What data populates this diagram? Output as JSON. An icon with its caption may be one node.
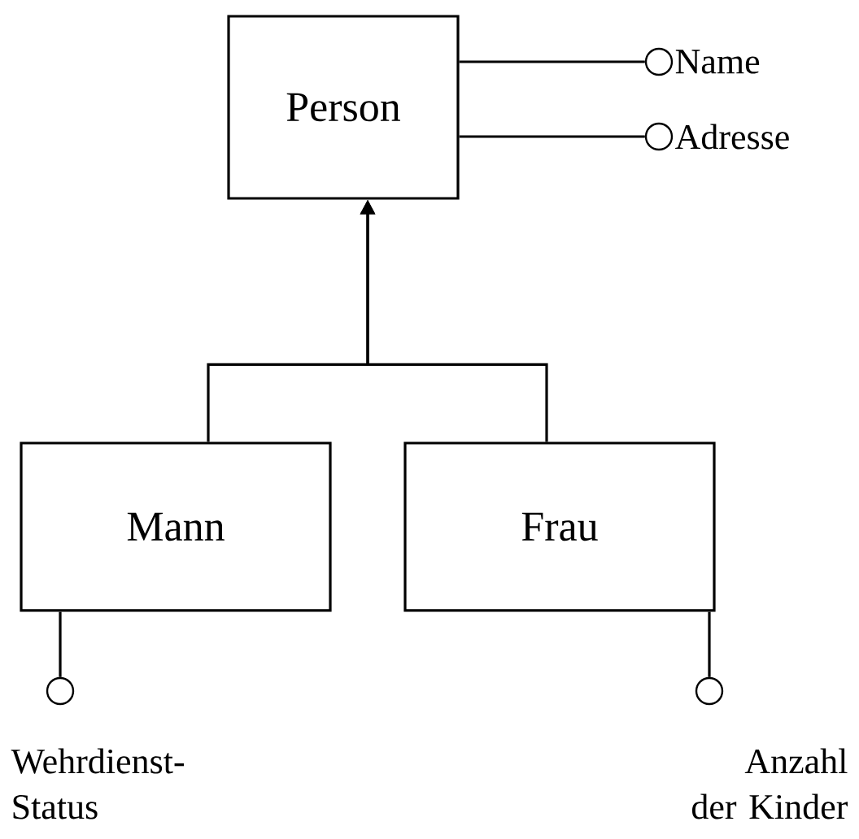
{
  "diagram": {
    "nodes": [
      {
        "text": [
          "Person"
        ]
      },
      {
        "text": [
          "Mann"
        ]
      },
      {
        "text": [
          "Frau"
        ]
      },
      {
        "text": [],
        "shape": "circle",
        "beside": [
          "Name"
        ]
      },
      {
        "text": [],
        "shape": "circle",
        "beside": [
          "Adresse"
        ]
      },
      {
        "text": [],
        "shape": "circle",
        "beside": [
          "Wehrdienst- Status"
        ]
      },
      {
        "text": [],
        "shape": "circle",
        "beside": [
          "Anzahl der Kinder"
        ]
      }
    ],
    "edges": [
      {
        "from": 1,
        "to": 0,
        "arrow": "to"
      },
      {
        "from": 2,
        "to": 0,
        "arrow": "to"
      },
      {
        "from": 0,
        "to": 3,
        "arrow": "none"
      },
      {
        "from": 0,
        "to": 4,
        "arrow": "none"
      },
      {
        "from": 1,
        "to": 5,
        "arrow": "none"
      },
      {
        "from": 2,
        "to": 6,
        "arrow": "none"
      }
    ]
  }
}
